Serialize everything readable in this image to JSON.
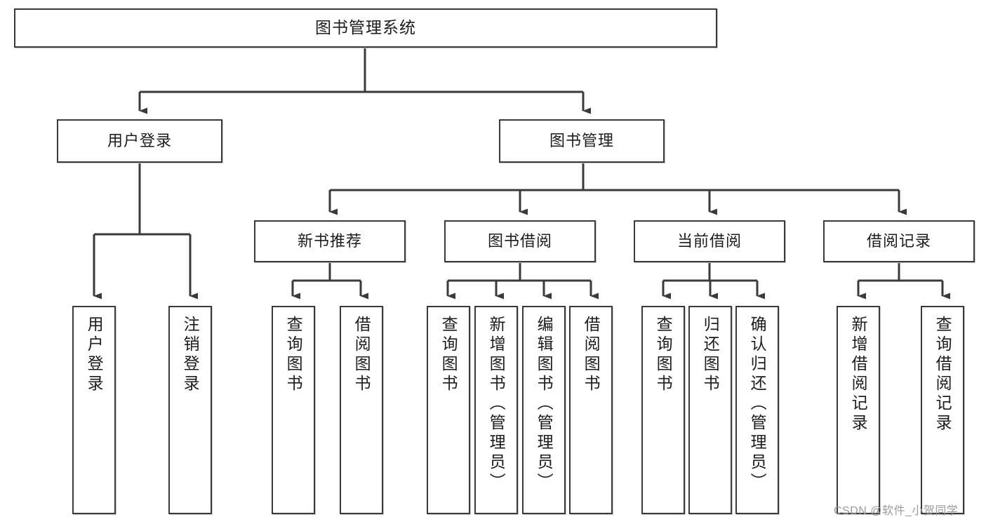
{
  "diagram": {
    "type": "hierarchy-tree",
    "title": "图书管理系统",
    "orientation": "top-down",
    "colors": {
      "box_border": "#3a3a3a",
      "box_fill": "#ffffff",
      "connector": "#3a3a3a",
      "text": "#1c1c1c",
      "watermark": "#9a9a9a"
    },
    "nodes": {
      "root": {
        "label": "图书管理系统",
        "orientation": "horizontal"
      },
      "level1": [
        {
          "id": "user-login",
          "label": "用户登录",
          "orientation": "horizontal"
        },
        {
          "id": "book-manage",
          "label": "图书管理",
          "orientation": "horizontal"
        }
      ],
      "level2": [
        {
          "id": "new-book-recommend",
          "label": "新书推荐",
          "orientation": "horizontal"
        },
        {
          "id": "book-borrow",
          "label": "图书借阅",
          "orientation": "horizontal"
        },
        {
          "id": "current-borrow",
          "label": "当前借阅",
          "orientation": "horizontal"
        },
        {
          "id": "borrow-record",
          "label": "借阅记录",
          "orientation": "horizontal"
        }
      ],
      "leaves": {
        "user_login_children": [
          {
            "id": "leaf-user-login",
            "label": "用户登录",
            "orientation": "vertical"
          },
          {
            "id": "leaf-logout-login",
            "label": "注销登录",
            "orientation": "vertical"
          }
        ],
        "new_book_recommend_children": [
          {
            "id": "leaf-query-book-1",
            "label": "查询图书",
            "orientation": "vertical"
          },
          {
            "id": "leaf-borrow-book-1",
            "label": "借阅图书",
            "orientation": "vertical"
          }
        ],
        "book_borrow_children": [
          {
            "id": "leaf-query-book-2",
            "label": "查询图书",
            "orientation": "vertical"
          },
          {
            "id": "leaf-add-book-admin",
            "label": "新增图书（管理员）",
            "orientation": "vertical"
          },
          {
            "id": "leaf-edit-book-admin",
            "label": "编辑图书（管理员）",
            "orientation": "vertical"
          },
          {
            "id": "leaf-borrow-book-2",
            "label": "借阅图书",
            "orientation": "vertical"
          }
        ],
        "current_borrow_children": [
          {
            "id": "leaf-query-book-3",
            "label": "查询图书",
            "orientation": "vertical"
          },
          {
            "id": "leaf-return-book",
            "label": "归还图书",
            "orientation": "vertical"
          },
          {
            "id": "leaf-confirm-return-admin",
            "label": "确认归还（管理员）",
            "orientation": "vertical"
          }
        ],
        "borrow_record_children": [
          {
            "id": "leaf-add-borrow-record",
            "label": "新增借阅记录",
            "orientation": "vertical"
          },
          {
            "id": "leaf-query-borrow-record",
            "label": "查询借阅记录",
            "orientation": "vertical"
          }
        ]
      }
    },
    "edges": [
      {
        "from": "root",
        "to": "user-login"
      },
      {
        "from": "root",
        "to": "book-manage"
      },
      {
        "from": "user-login",
        "to": "leaf-user-login"
      },
      {
        "from": "user-login",
        "to": "leaf-logout-login"
      },
      {
        "from": "book-manage",
        "to": "new-book-recommend"
      },
      {
        "from": "book-manage",
        "to": "book-borrow"
      },
      {
        "from": "book-manage",
        "to": "current-borrow"
      },
      {
        "from": "book-manage",
        "to": "borrow-record"
      },
      {
        "from": "new-book-recommend",
        "to": "leaf-query-book-1"
      },
      {
        "from": "new-book-recommend",
        "to": "leaf-borrow-book-1"
      },
      {
        "from": "book-borrow",
        "to": "leaf-query-book-2"
      },
      {
        "from": "book-borrow",
        "to": "leaf-add-book-admin"
      },
      {
        "from": "book-borrow",
        "to": "leaf-edit-book-admin"
      },
      {
        "from": "book-borrow",
        "to": "leaf-borrow-book-2"
      },
      {
        "from": "current-borrow",
        "to": "leaf-query-book-3"
      },
      {
        "from": "current-borrow",
        "to": "leaf-return-book"
      },
      {
        "from": "current-borrow",
        "to": "leaf-confirm-return-admin"
      },
      {
        "from": "borrow-record",
        "to": "leaf-add-borrow-record"
      },
      {
        "from": "borrow-record",
        "to": "leaf-query-borrow-record"
      }
    ]
  },
  "watermark": {
    "text": "CSDN @软件_小贺同学"
  }
}
